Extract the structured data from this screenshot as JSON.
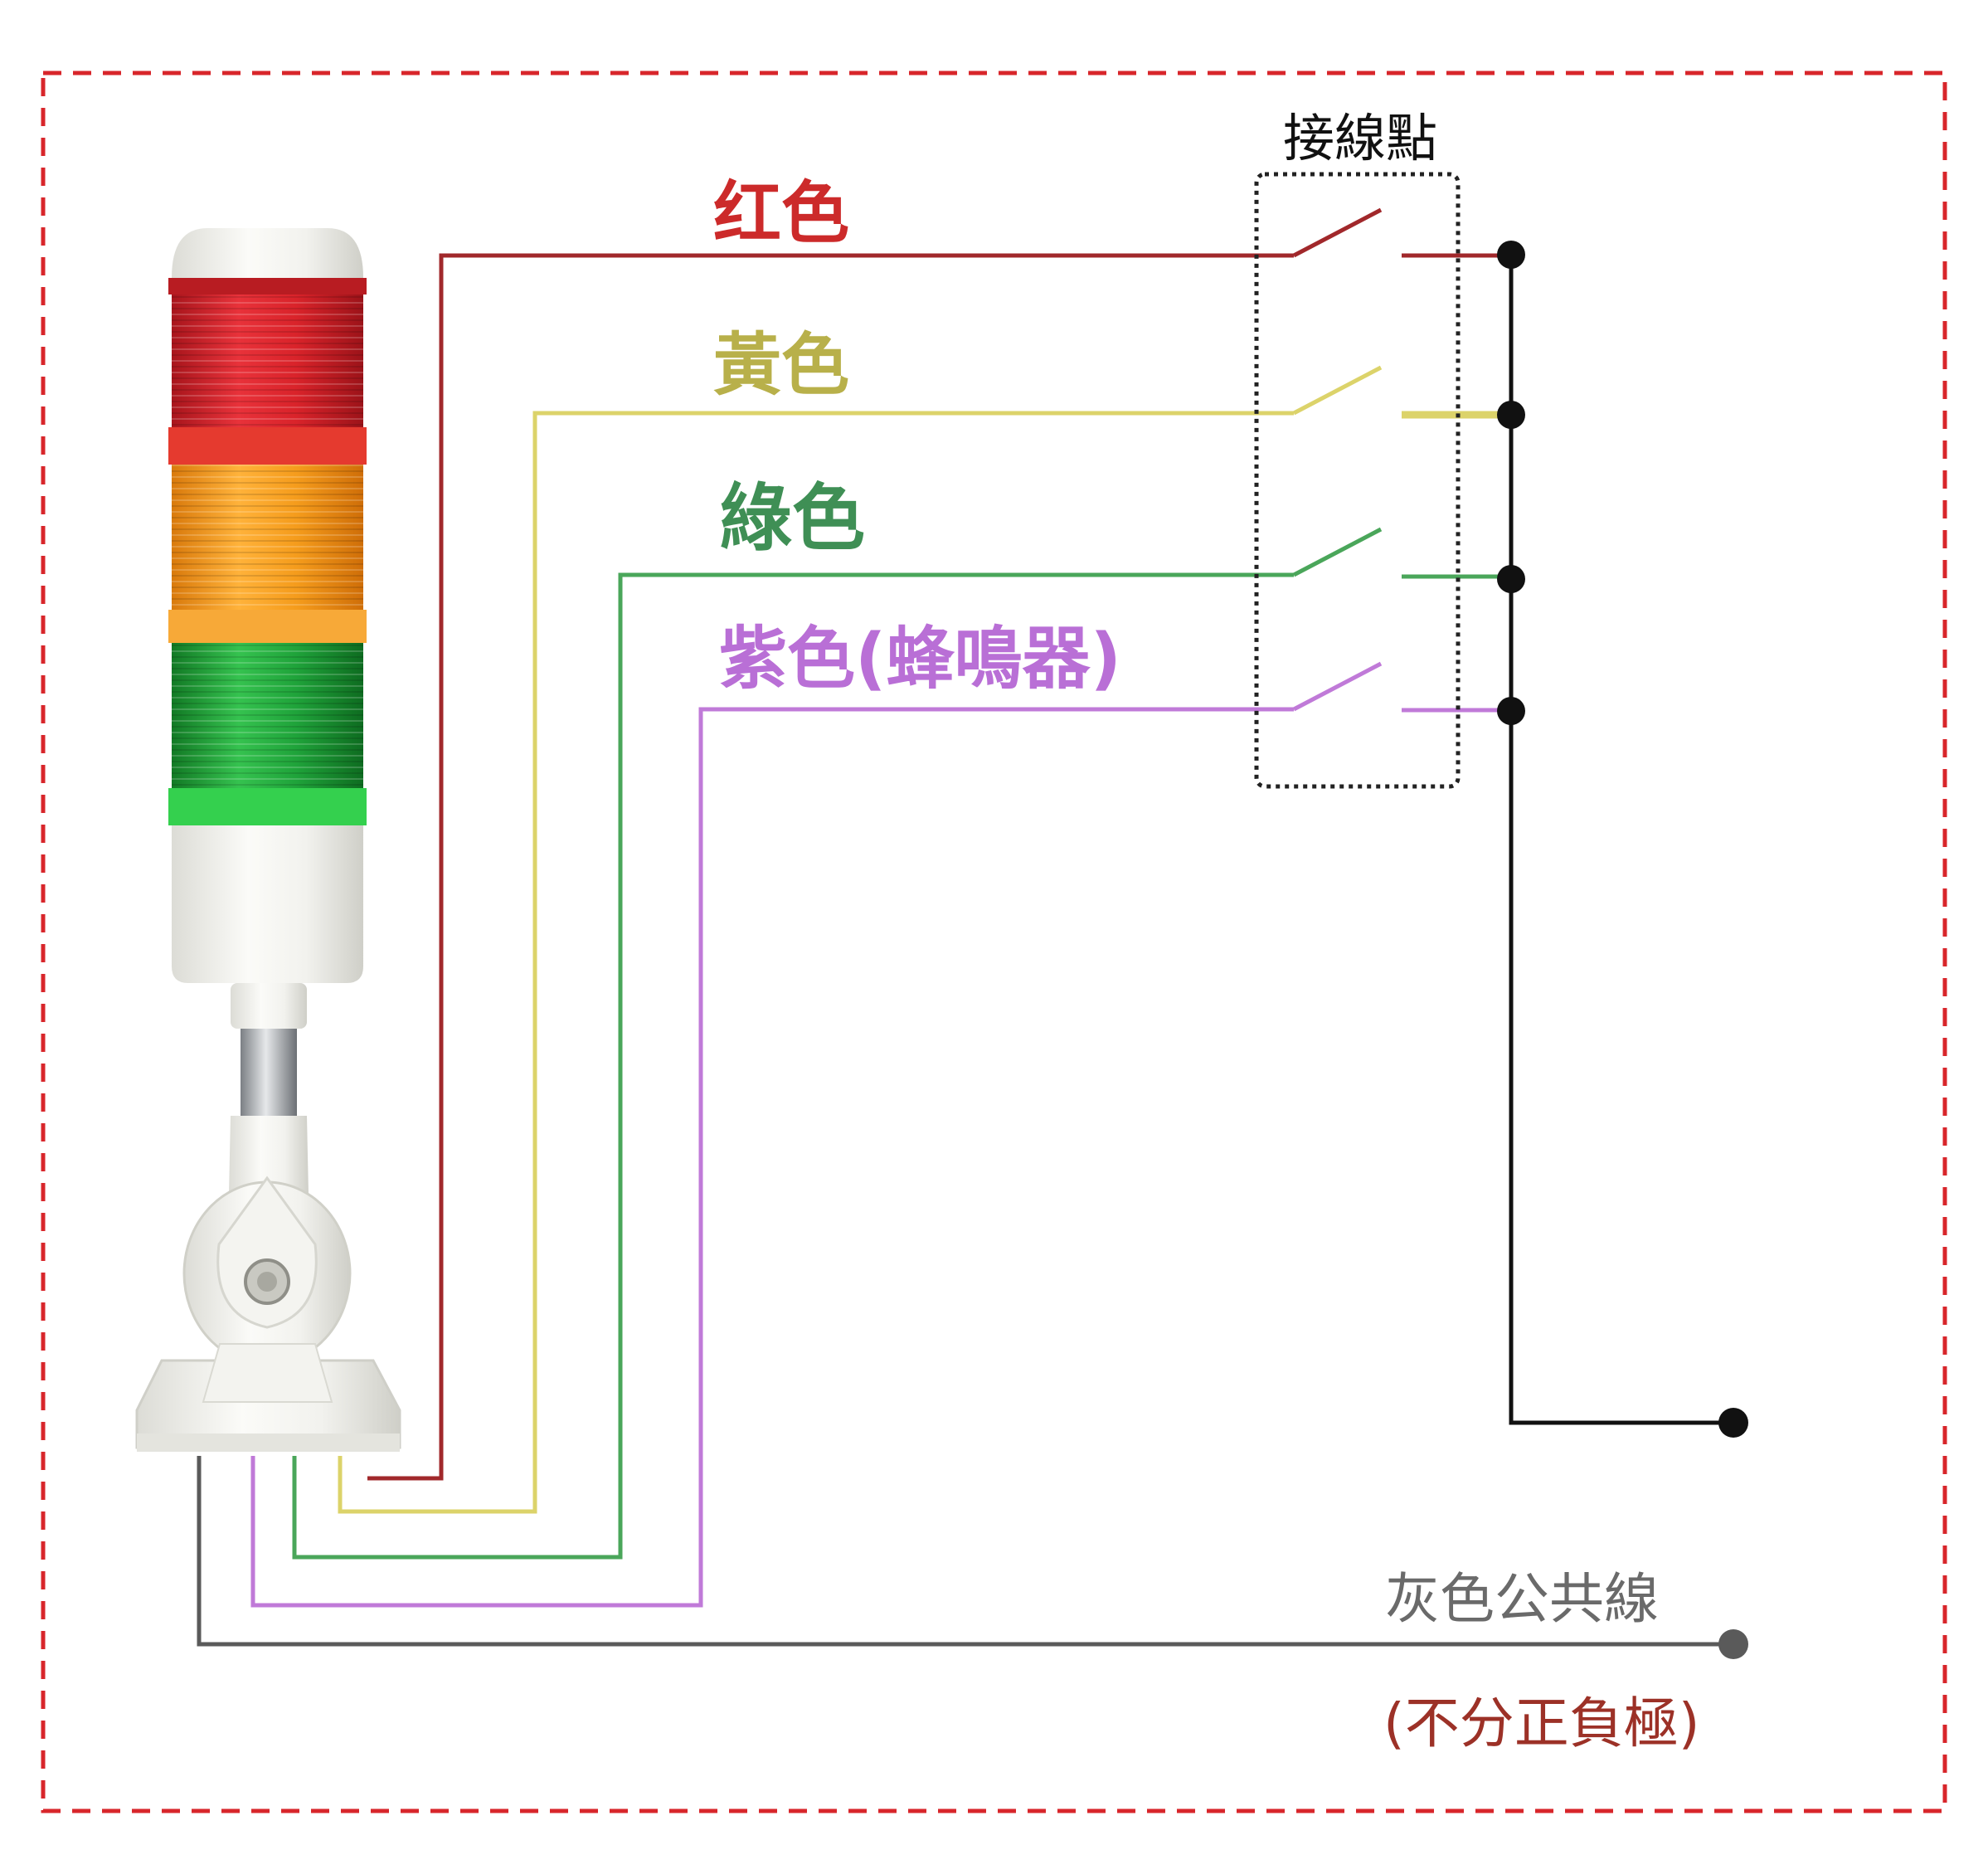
{
  "labels": {
    "contact_point": "接線點",
    "red": "红色",
    "yellow": "黃色",
    "green": "綠色",
    "purple": "紫色(蜂鳴器)",
    "gray_common": "灰色公共線",
    "polarity_note": "(不分正負極)"
  },
  "colors": {
    "border": "#d8262b",
    "red_wire": "#a1282b",
    "yellow_wire": "#dcd36a",
    "green_wire": "#4aa65a",
    "purple_wire": "#c07ad8",
    "gray_wire": "#5a5a5a",
    "black_bus": "#111111",
    "red_text": "#cc2a2a",
    "yellow_text": "#b8b04a",
    "green_text": "#3f8f55",
    "purple_text": "#b96fd6",
    "gray_text": "#6a6a6a",
    "note_text": "#9c3127",
    "light_red": "#d9232a",
    "light_orange": "#f19a1c",
    "light_green": "#1fa33a"
  }
}
